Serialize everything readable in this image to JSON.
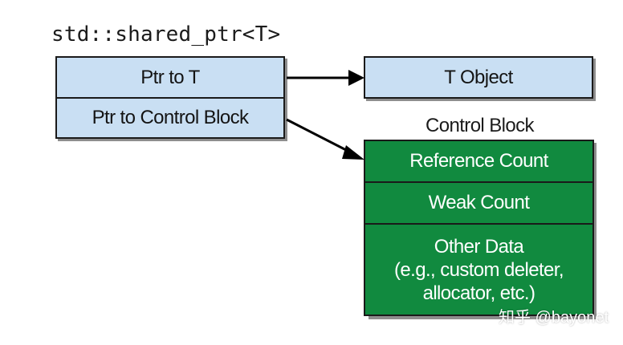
{
  "diagram": {
    "title": "std::shared_ptr<T>",
    "shared_ptr": {
      "ptr_to_t": "Ptr to T",
      "ptr_to_control_block": "Ptr to Control Block"
    },
    "t_object": "T Object",
    "control_block": {
      "label": "Control Block",
      "reference_count": "Reference Count",
      "weak_count": "Weak Count",
      "other_data": "Other Data\n(e.g., custom deleter,\nallocator, etc.)"
    },
    "colors": {
      "pointer_fill": "#c9dff3",
      "control_block_fill": "#118a3f",
      "border": "#1a1a1a"
    }
  },
  "watermark": "知乎 @bayonet"
}
